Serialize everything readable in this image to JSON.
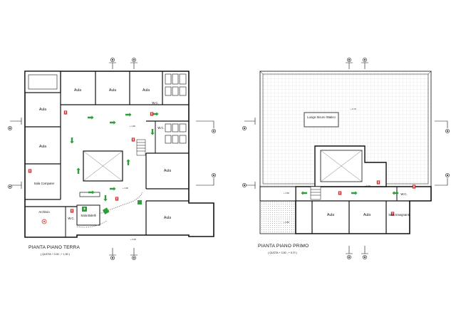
{
  "ground_floor": {
    "title": "PIANTA  PIANO TERRA",
    "quota": "( QUOTA  + 0.00 ; + 1.90 )",
    "rooms": [
      "Aula",
      "Aula",
      "Aula",
      "W.C.",
      "Aula",
      "Aula",
      "W.C.",
      "Aula",
      "Sala Computer",
      "Archivio",
      "W.C.",
      "Sala Bidelli",
      "Aula"
    ],
    "level_marks": [
      "+ 1.90",
      "+ 1.90",
      "+ 0.00"
    ]
  },
  "first_floor": {
    "title": "PIANTA  PIANO PRIMO",
    "quota": "( QUOTA  + 3.50 ; + 5.70 )",
    "rooms": [
      "Luogo Sicuro Statico",
      "Aula",
      "Aula",
      "Sala Insegnanti",
      "W.C."
    ],
    "level_marks": [
      "+ 5.70",
      "+ 5.70",
      "+ 3.50",
      "+ 3.50"
    ]
  },
  "colors": {
    "exit_sign": "#2e9e3a",
    "fire_equipment": "#d42a2a",
    "walls": "#111111"
  },
  "icons": [
    "section-marker-icon",
    "fire-extinguisher-icon",
    "evacuation-arrow-icon",
    "emergency-exit-icon"
  ]
}
